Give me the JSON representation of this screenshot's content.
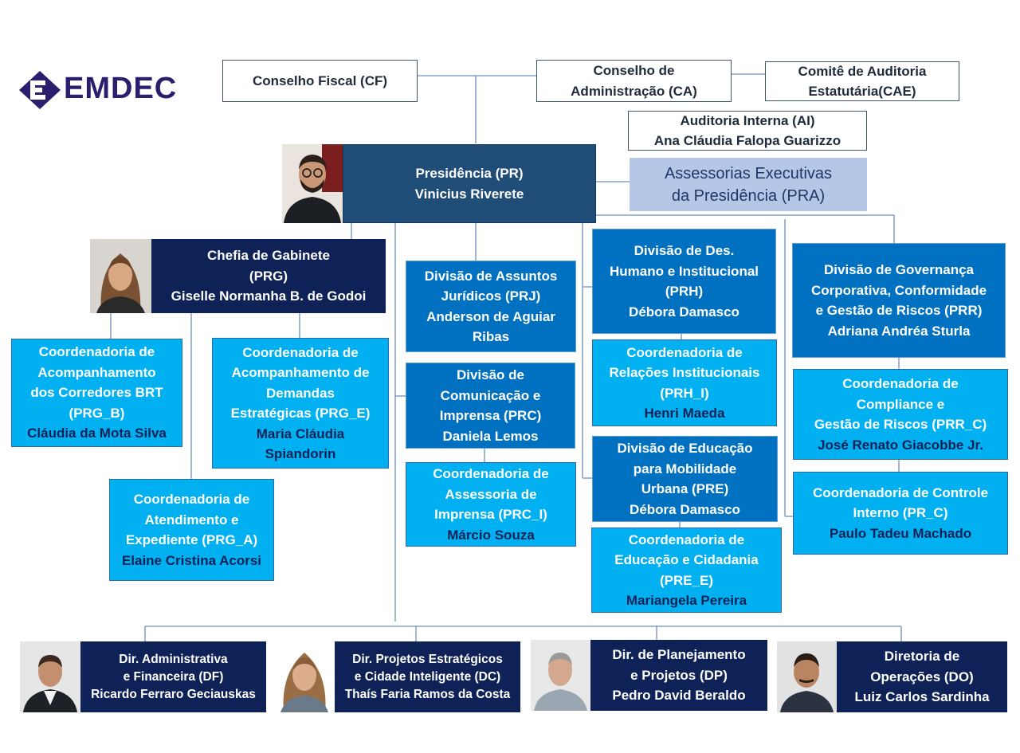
{
  "logo": {
    "text": "EMDEC"
  },
  "colors": {
    "navy": "#0f2257",
    "presidencia": "#1f4d78",
    "division": "#0070c0",
    "coordination": "#00b0f0",
    "assessorias": "#b4c7e7",
    "connector": "#6e8fb8"
  },
  "governance": {
    "cf": [
      "Conselho  Fiscal  (CF)"
    ],
    "ca": [
      "Conselho  de",
      "Administração  (CA)"
    ],
    "cae": [
      "Comitê  de  Auditoria",
      "Estatutária(CAE)"
    ],
    "ai": [
      "Auditoria  Interna  (AI)",
      "Ana  Cláudia  Falopa  Guarizzo"
    ]
  },
  "presidencia": [
    "Presidência  (PR)",
    "Vinicius  Riverete"
  ],
  "pra": [
    "Assessorias Executivas",
    "da Presidência (PRA)"
  ],
  "prg": [
    "Chefia de Gabinete",
    "(PRG)",
    "Giselle  Normanha  B. de Godoi"
  ],
  "prg_b": [
    "Coordenadoria  de",
    "Acompanhamento",
    "dos Corredores  BRT",
    "(PRG_B)",
    "Cláudia da Mota Silva"
  ],
  "prg_e": [
    "Coordenadoria  de",
    "Acompanhamento  de",
    "Demandas",
    "Estratégicas  (PRG_E)",
    "Maria  Cláudia",
    "Spiandorin"
  ],
  "prg_a": [
    "Coordenadoria  de",
    "Atendimento  e",
    "Expediente  (PRG_A)",
    "Elaine  Cristina  Acorsi"
  ],
  "prj": [
    "Divisão  de  Assuntos",
    "Jurídicos  (PRJ)",
    "Anderson  de  Aguiar",
    "Ribas"
  ],
  "prc": [
    "Divisão  de",
    "Comunicação  e",
    "Imprensa  (PRC)",
    "Daniela  Lemos"
  ],
  "prc_i": [
    "Coordenadoria  de",
    "Assessoria  de",
    "Imprensa  (PRC_I)",
    "Márcio  Souza"
  ],
  "prh": [
    "Divisão  de  Des.",
    "Humano  e Institucional",
    "(PRH)",
    "Débora  Damasco"
  ],
  "prh_i": [
    "Coordenadoria  de",
    "Relações  Institucionais",
    "(PRH_I)",
    "Henri  Maeda"
  ],
  "pre": [
    "Divisão  de  Educação",
    "para  Mobilidade",
    "Urbana  (PRE)",
    "Débora  Damasco"
  ],
  "pre_e": [
    "Coordenadoria  de",
    "Educação  e  Cidadania",
    "(PRE_E)",
    "Mariangela  Pereira"
  ],
  "prr": [
    "Divisão  de  Governança",
    "Corporativa,  Conformidade",
    "e Gestão  de  Riscos  (PRR)",
    "Adriana  Andréa  Sturla"
  ],
  "prr_c": [
    "Coordenadoria    de",
    "Compliance  e",
    "Gestão  de  Riscos  (PRR_C)",
    "José  Renato  Giacobbe  Jr."
  ],
  "pr_c": [
    "Coordenadoria  de Controle",
    "Interno  (PR_C)",
    "Paulo  Tadeu  Machado"
  ],
  "df": [
    "Dir. Administrativa",
    "e Financeira (DF)",
    "Ricardo Ferraro Geciauskas"
  ],
  "dc": [
    "Dir. Projetos Estratégicos",
    "e Cidade Inteligente (DC)",
    "Thaís Faria Ramos da Costa"
  ],
  "dp": [
    "Dir.  de  Planejamento",
    "e  Projetos  (DP)",
    "Pedro  David  Beraldo"
  ],
  "do": [
    "Diretoria  de",
    "Operações  (DO)",
    "Luiz  Carlos  Sardinha"
  ]
}
